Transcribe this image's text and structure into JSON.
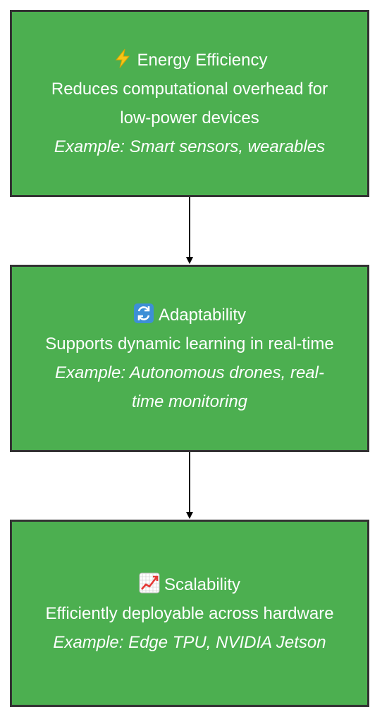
{
  "nodes": [
    {
      "icon": "lightning-icon",
      "title": "Energy Efficiency",
      "description": "Reduces computational overhead for low-power devices",
      "example": "Example: Smart sensors, wearables"
    },
    {
      "icon": "cycle-arrows-icon",
      "title": "Adaptability",
      "description": "Supports dynamic learning in real-time",
      "example": "Example: Autonomous drones, real-time monitoring"
    },
    {
      "icon": "chart-increasing-icon",
      "title": "Scalability",
      "description": "Efficiently deployable across hardware",
      "example": "Example: Edge TPU, NVIDIA Jetson"
    }
  ],
  "colors": {
    "node_fill": "#4caf50",
    "node_border": "#333333",
    "node_text": "#ffffff",
    "edge": "#000000"
  }
}
